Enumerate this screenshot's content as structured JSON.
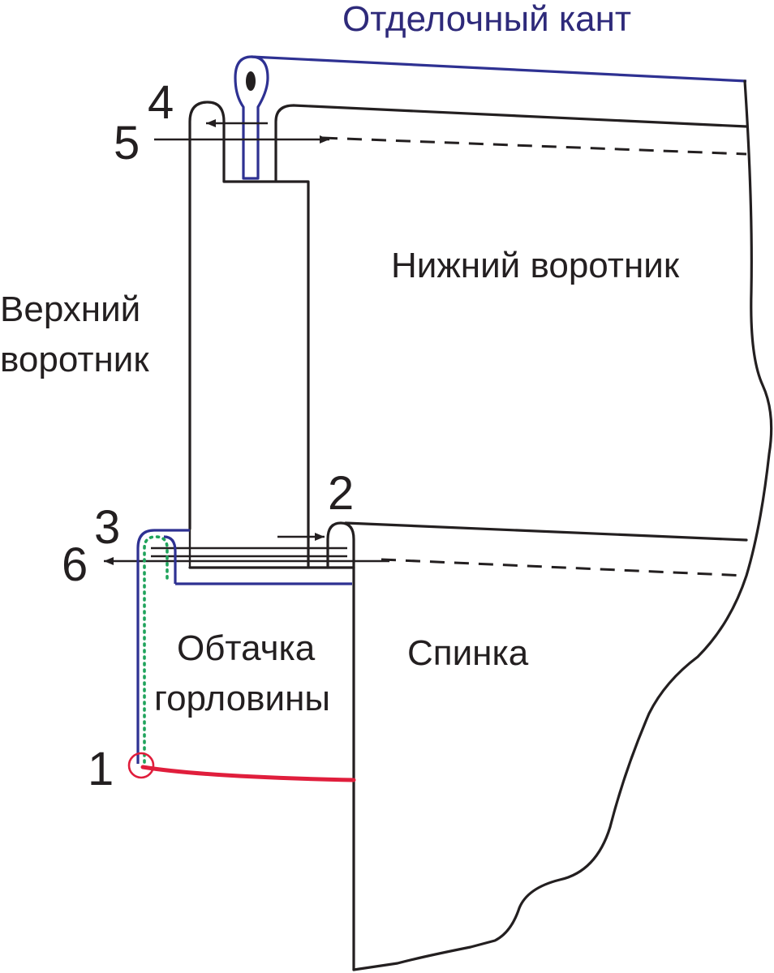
{
  "labels": {
    "finishing_piping": "Отделочный кант",
    "lower_collar": "Нижний воротник",
    "upper_collar_line1": "Верхний",
    "upper_collar_line2": "воротник",
    "facing_line1": "Обтачка",
    "facing_line2": "горловины",
    "back": "Спинка"
  },
  "markers": {
    "m1": "1",
    "m2": "2",
    "m3": "3",
    "m4": "4",
    "m5": "5",
    "m6": "6"
  },
  "colors": {
    "outline": "#231f20",
    "piping": "#2e3192",
    "stitch_dotted": "#1fa35b",
    "seam_red": "#e01e3c"
  }
}
